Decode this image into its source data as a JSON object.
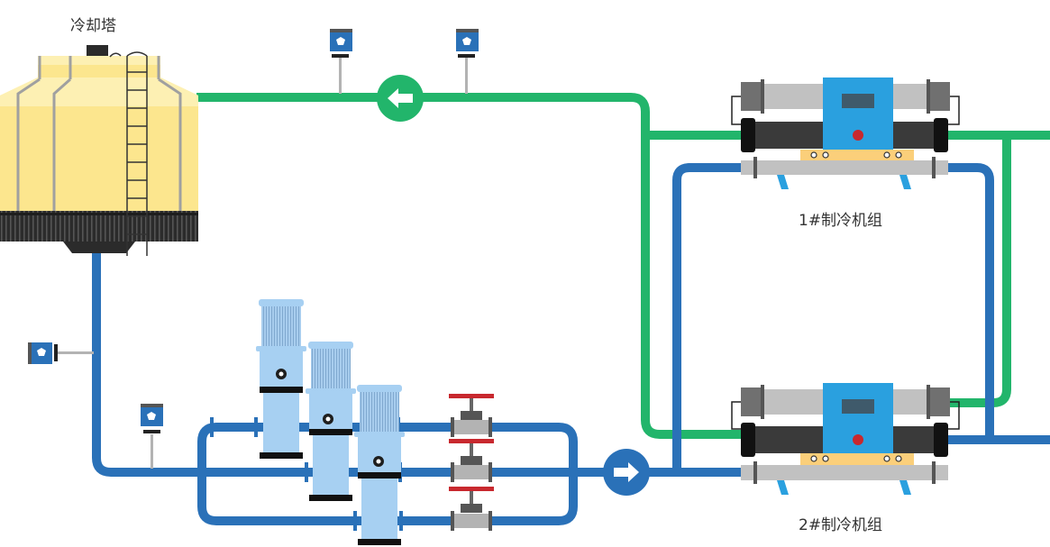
{
  "labels": {
    "cooling_tower": "冷却塔",
    "chiller_1": "1#制冷机组",
    "chiller_2": "2#制冷机组"
  },
  "colors": {
    "supply_pipe": "#2a71b8",
    "return_pipe": "#22b56b",
    "tower_body": "#fce68e",
    "pump_body": "#a7d0f2",
    "chiller_panel": "#2aa0df",
    "valve_handle": "#c8282e"
  },
  "icons": [
    "sensor-icon",
    "pump-motor-icon",
    "flow-arrow-icon",
    "valve-icon",
    "chiller-icon"
  ]
}
